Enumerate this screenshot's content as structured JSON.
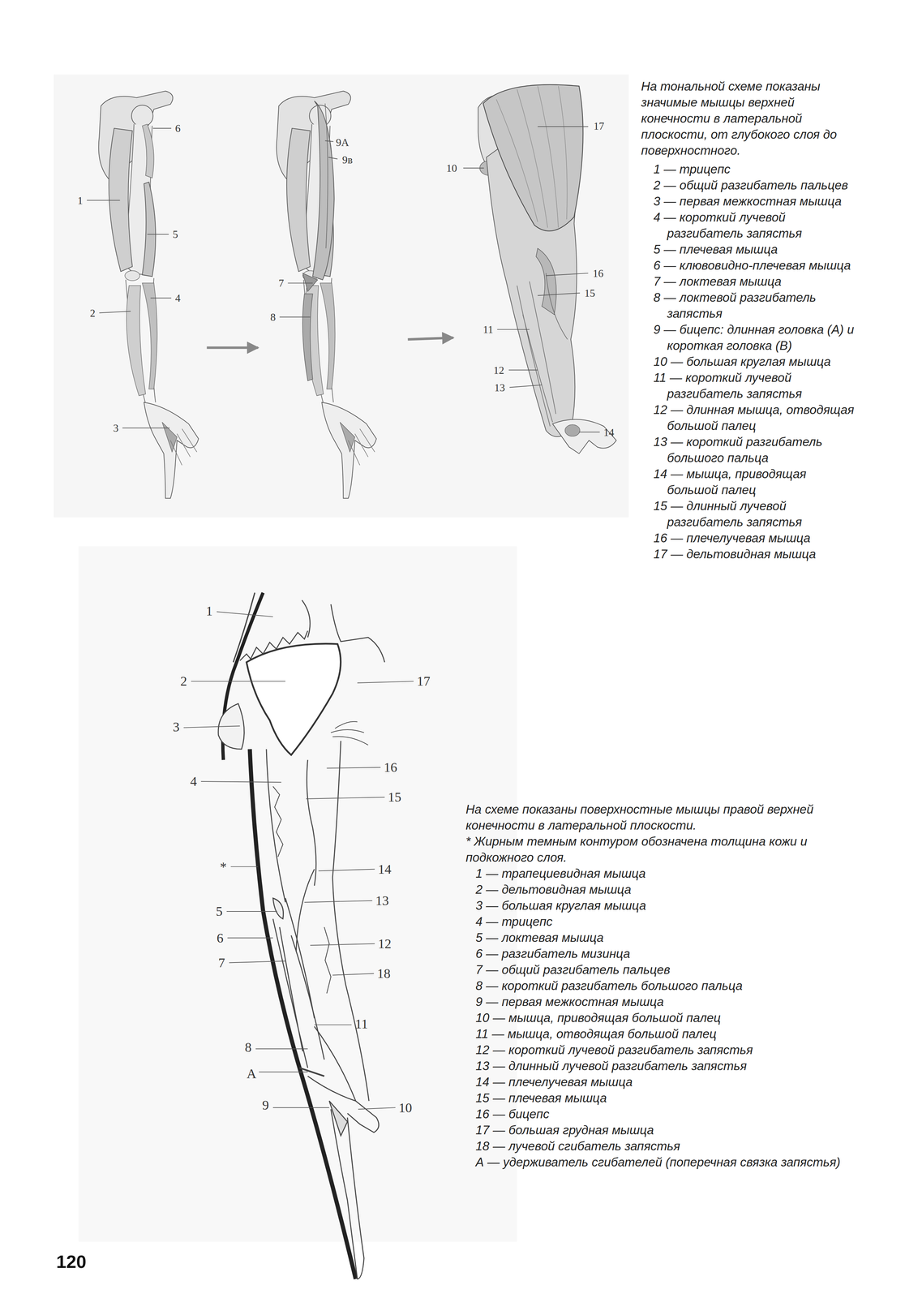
{
  "diagram": {
    "labels": [
      "6",
      "1",
      "5",
      "2",
      "4",
      "3",
      "9A",
      "9в",
      "7",
      "8",
      "17",
      "10",
      "16",
      "15",
      "11",
      "12",
      "13",
      "14",
      "На тональной схеме показаны значимые мышцы верхней конечности в латеральной плоскости, от глубокого слоя до поверхностного.",
      "1 — трицепс",
      "2 — общий разгибатель пальцев",
      "3 — первая межкостная мышца",
      "4 — короткий лучевой разгибатель запястья",
      "5 — плечевая мышца",
      "6 — клювовидно-плечевая мышца",
      "7 — локтевая мышца",
      "8 — локтевой разгибатель запястья",
      "9 — бицепс: длинная головка (А) и короткая головка (В)",
      "10 — большая круглая мышца",
      "11 — короткий лучевой разгибатель запястья",
      "12 — длинная мышца, отводящая большой палец",
      "13 — короткий разгибатель большого пальца",
      "14 — мышца, приводящая большой палец",
      "15 — длинный лучевой разгибатель запястья",
      "16 — плечелучевая мышца",
      "17 — дельтовидная мышца",
      "1",
      "2",
      "17",
      "3",
      "16",
      "4",
      "15",
      "*",
      "14",
      "5",
      "13",
      "6",
      "12",
      "7",
      "18",
      "11",
      "8",
      "А",
      "9",
      "10",
      "На схеме показаны поверхностные мышцы правой верхней конечности в латеральной плоскости.",
      "* Жирным темным контуром обозначена толщина кожи и подкожного слоя.",
      "1 — трапециевидная мышца",
      "2 — дельтовидная мышца",
      "3 — большая круглая мышца",
      "4 — трицепс",
      "5 — локтевая мышца",
      "6 — разгибатель мизинца",
      "7 — общий разгибатель пальцев",
      "8 — короткий разгибатель большого пальца",
      "9 — первая межкостная мышца",
      "10 — мышца, приводящая большой палец",
      "11 — мышца, отводящая большой палец",
      "12 — короткий лучевой разгибатель запястья",
      "13 — длинный лучевой разгибатель запястья",
      "14 — плечелучевая мышца",
      "15 — плечевая мышца",
      "16 — бицепс",
      "17 — большая грудная мышца",
      "18 — лучевой сгибатель запястья",
      "А — удерживатель сгибателей (поперечная связка запястья)",
      "120"
    ]
  }
}
